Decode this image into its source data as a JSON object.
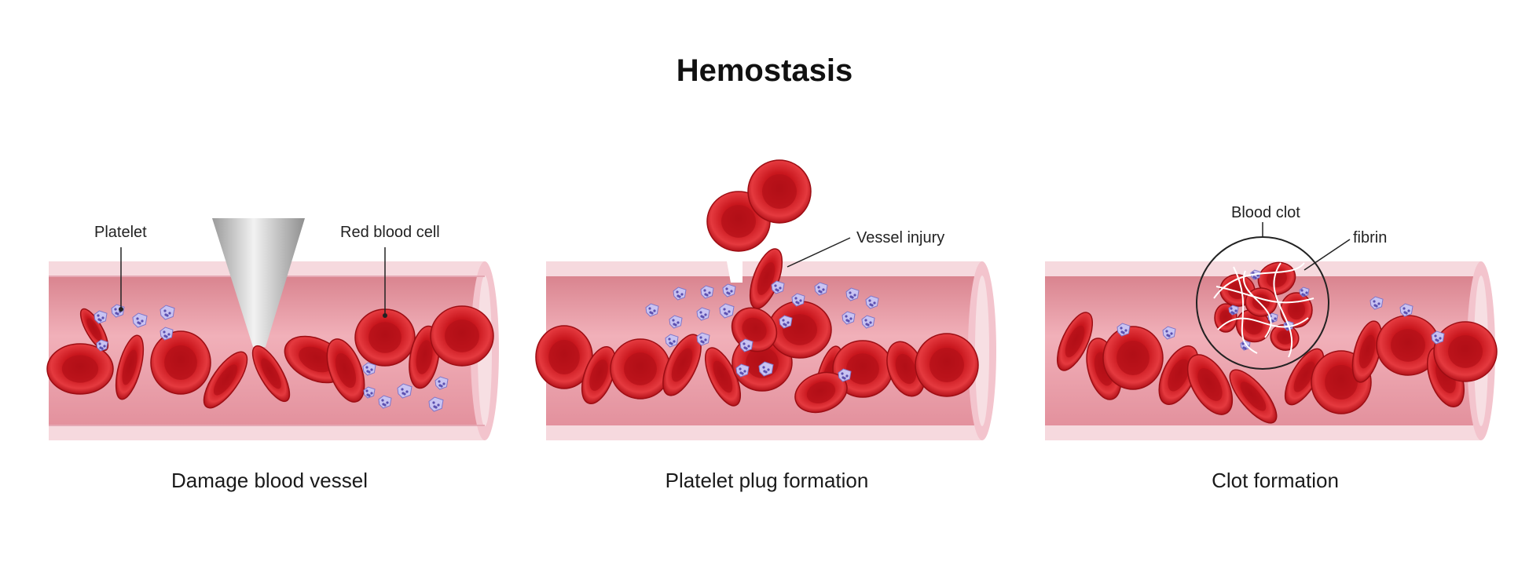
{
  "title": "Hemostasis",
  "panels": [
    {
      "caption": "Damage blood vessel",
      "labels": [
        "Platelet",
        "Red blood cell"
      ]
    },
    {
      "caption": "Platelet plug formation",
      "labels": [
        "Vessel injury"
      ]
    },
    {
      "caption": "Clot formation",
      "labels": [
        "Blood clot",
        "fibrin"
      ]
    }
  ],
  "colors": {
    "vessel_wall": "#f2c6cf",
    "vessel_lumen": "#e99aa8",
    "red_blood_cell": "#d21f25",
    "platelet": "#b9b3ec",
    "needle": "#c8c8c8"
  }
}
